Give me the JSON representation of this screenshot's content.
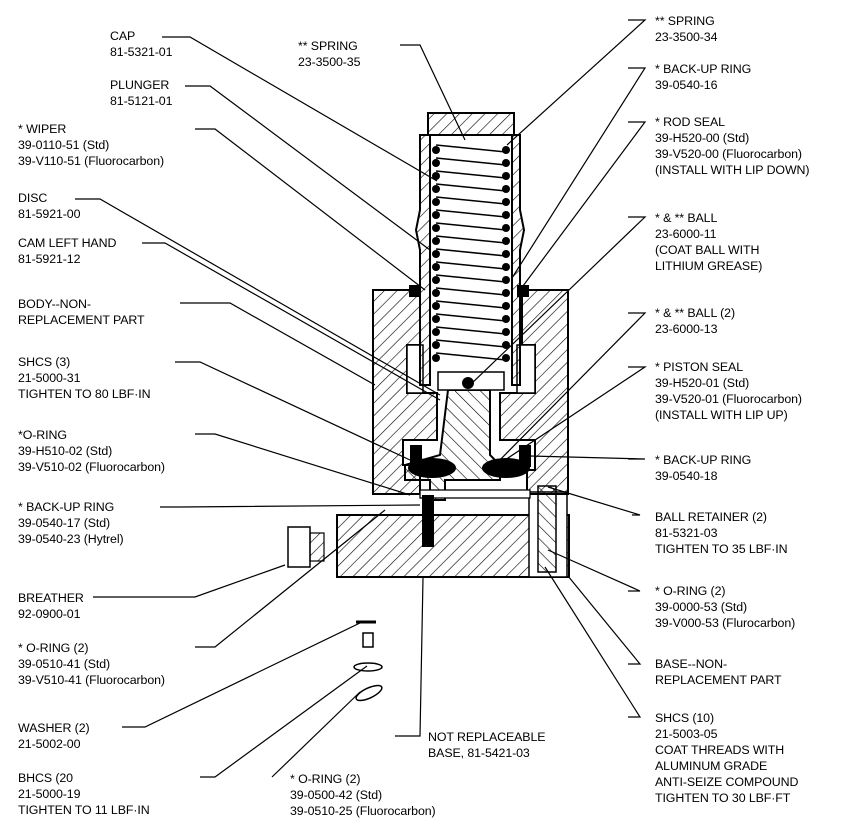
{
  "callouts": {
    "cap": [
      "CAP",
      "81-5321-01"
    ],
    "plunger": [
      "PLUNGER",
      "81-5121-01"
    ],
    "wiper": [
      "* WIPER",
      "39-0110-51 (Std)",
      "39-V110-51 (Fluorocarbon)"
    ],
    "disc": [
      "DISC",
      "81-5921-00"
    ],
    "cam": [
      "CAM LEFT HAND",
      "81-5921-12"
    ],
    "body": [
      "BODY--NON-",
      "REPLACEMENT PART"
    ],
    "shcs3": [
      "SHCS (3)",
      "21-5000-31",
      "TIGHTEN TO 80 LBF·IN"
    ],
    "oring_l": [
      "*O-RING",
      "39-H510-02 (Std)",
      "39-V510-02 (Fluorocarbon)"
    ],
    "backup_l": [
      "* BACK-UP RING",
      "39-0540-17 (Std)",
      "39-0540-23 (Hytrel)"
    ],
    "breather": [
      "BREATHER",
      "92-0900-01"
    ],
    "oring2_l": [
      "* O-RING (2)",
      "39-0510-41 (Std)",
      "39-V510-41 (Fluorocarbon)"
    ],
    "washer": [
      "WASHER (2)",
      "21-5002-00"
    ],
    "bhcs": [
      "BHCS (20",
      "21-5000-19",
      "TIGHTEN TO 11 LBF·IN"
    ],
    "oring_bottom": [
      "* O-RING (2)",
      "39-0500-42 (Std)",
      "39-0510-25 (Fluorocarbon)"
    ],
    "not_replaceable": [
      "NOT REPLACEABLE",
      "BASE, 81-5421-03"
    ],
    "spring_center": [
      "** SPRING",
      "23-3500-35"
    ],
    "spring_r": [
      "** SPRING",
      "23-3500-34"
    ],
    "backup_r1": [
      "* BACK-UP RING",
      "39-0540-16"
    ],
    "rod_seal": [
      "* ROD SEAL",
      "39-H520-00 (Std)",
      "39-V520-00 (Fluorocarbon)",
      "(INSTALL WITH LIP DOWN)"
    ],
    "ball1": [
      "* & ** BALL",
      "23-6000-11",
      "(COAT BALL WITH",
      "LITHIUM GREASE)"
    ],
    "ball2": [
      "* & ** BALL (2)",
      "23-6000-13"
    ],
    "piston_seal": [
      "* PISTON SEAL",
      "39-H520-01 (Std)",
      "39-V520-01 (Fluorocarbon)",
      "(INSTALL WITH LIP UP)"
    ],
    "backup_r2": [
      "* BACK-UP RING",
      "39-0540-18"
    ],
    "ball_retainer": [
      "BALL RETAINER (2)",
      "81-5321-03",
      "TIGHTEN TO 35 LBF·IN"
    ],
    "oring_r": [
      "* O-RING (2)",
      "39-0000-53 (Std)",
      "39-V000-53 (Flurocarbon)"
    ],
    "base": [
      "BASE--NON-",
      "REPLACEMENT PART"
    ],
    "shcs10": [
      "SHCS (10)",
      "21-5003-05",
      "COAT THREADS WITH",
      "ALUMINUM GRADE",
      "ANTI-SEIZE COMPOUND",
      "TIGHTEN TO 30 LBF·FT"
    ]
  }
}
